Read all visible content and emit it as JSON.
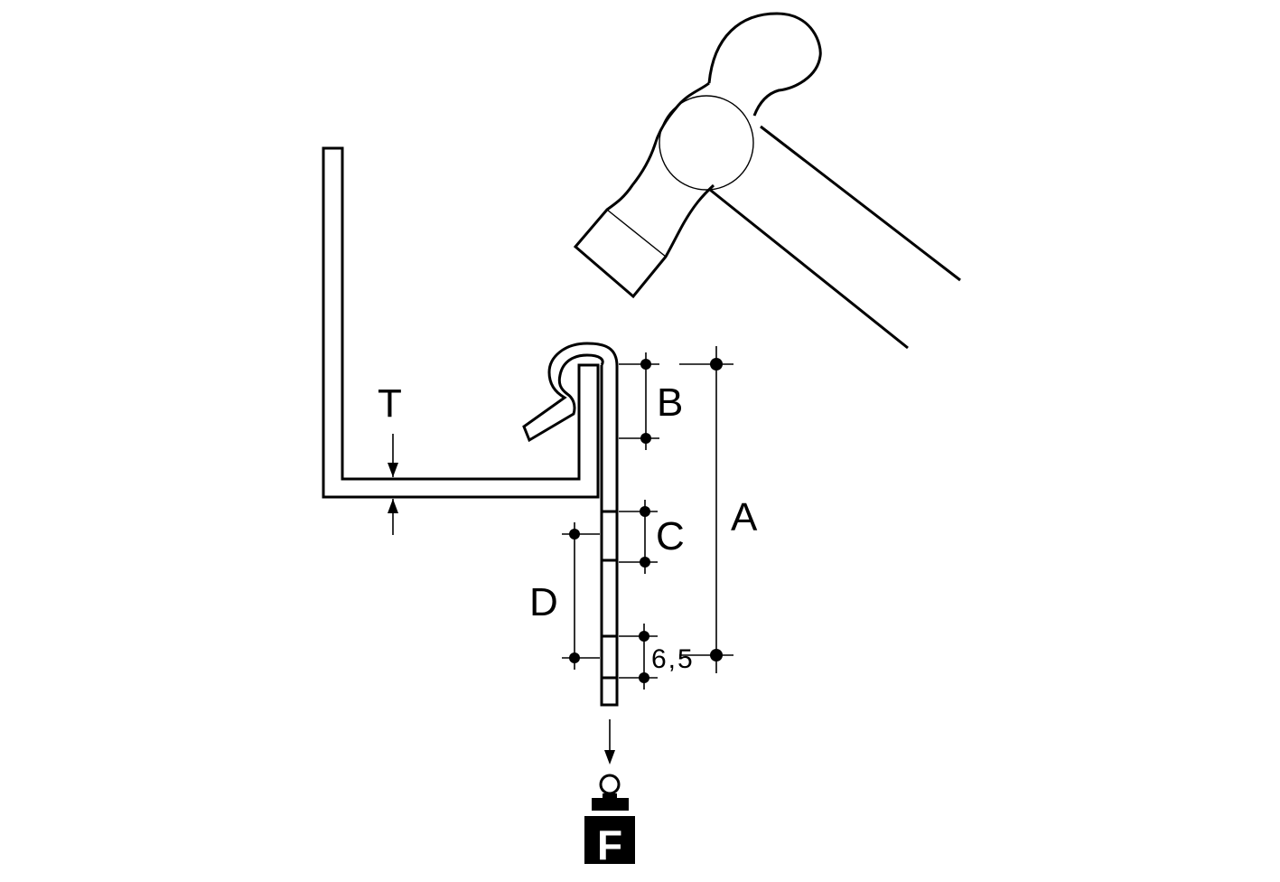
{
  "labels": {
    "t": "T",
    "a": "A",
    "b": "B",
    "c": "C",
    "d": "D",
    "pitch": "6,5",
    "weight": "F"
  },
  "colors": {
    "ink": "#000000",
    "paper": "#ffffff"
  },
  "icons": {
    "hammer": "hammer-icon",
    "weight": "weight-icon",
    "force_arrow": "arrow-down-icon"
  }
}
